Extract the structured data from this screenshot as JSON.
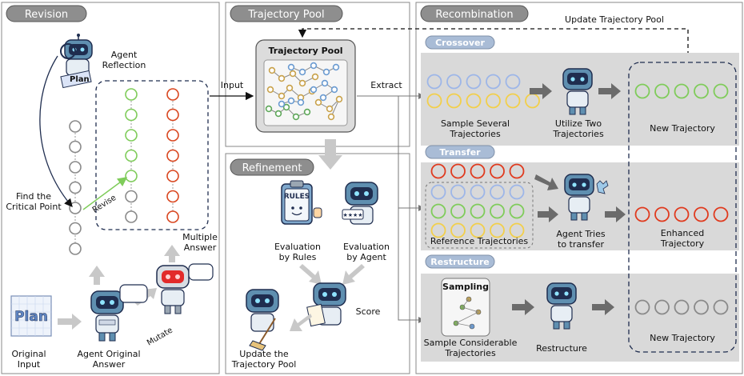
{
  "revision": {
    "title": "Revision",
    "agent_reflection": [
      "Agent",
      "Reflection"
    ],
    "plan_badge": "Plan",
    "find_critical": [
      "Find the",
      "Critical Point"
    ],
    "revise": "Revise",
    "multiple_answer": [
      "Multiple",
      "Answer"
    ],
    "mutate": "Mutate",
    "original_input": [
      "Original",
      "Input"
    ],
    "agent_original_answer": [
      "Agent Original",
      "Answer"
    ],
    "plan_card": "Plan"
  },
  "trajectory_pool": {
    "title": "Trajectory Pool",
    "card_title": "Trajectory Pool",
    "input": "Input",
    "extract": "Extract"
  },
  "refinement": {
    "title": "Refinement",
    "rules_board": "RULES",
    "eval_rules": [
      "Evaluation",
      "by Rules"
    ],
    "eval_agent": [
      "Evaluation",
      "by Agent"
    ],
    "score": "Score",
    "update": [
      "Update the",
      "Trajectory Pool"
    ]
  },
  "recombination": {
    "title": "Recombination",
    "update_pool": "Update Trajectory Pool",
    "crossover": {
      "title": "Crossover",
      "sample": [
        "Sample Several",
        "Trajectories"
      ],
      "utilize": [
        "Utilize Two",
        "Trajectories"
      ],
      "result": "New Trajectory"
    },
    "transfer": {
      "title": "Transfer",
      "reference": "Reference Trajectories",
      "tries": [
        "Agent Tries",
        "to transfer"
      ],
      "result": [
        "Enhanced",
        "Trajectory"
      ]
    },
    "restructure": {
      "title": "Restructure",
      "sampling": "Sampling",
      "sample": [
        "Sample Considerable",
        "Trajectories"
      ],
      "action": "Restructure",
      "result": "New Trajectory"
    }
  },
  "colors": {
    "header": "#8e8e8e",
    "band": "#d9d9d9",
    "blue": "#9db6e8",
    "yellow": "#f2cf4a",
    "green": "#7fcc5a",
    "red": "#e03a1e",
    "orange_red": "#d9461f",
    "gray": "#8a8a8a",
    "navy": "#1f2d4f"
  }
}
